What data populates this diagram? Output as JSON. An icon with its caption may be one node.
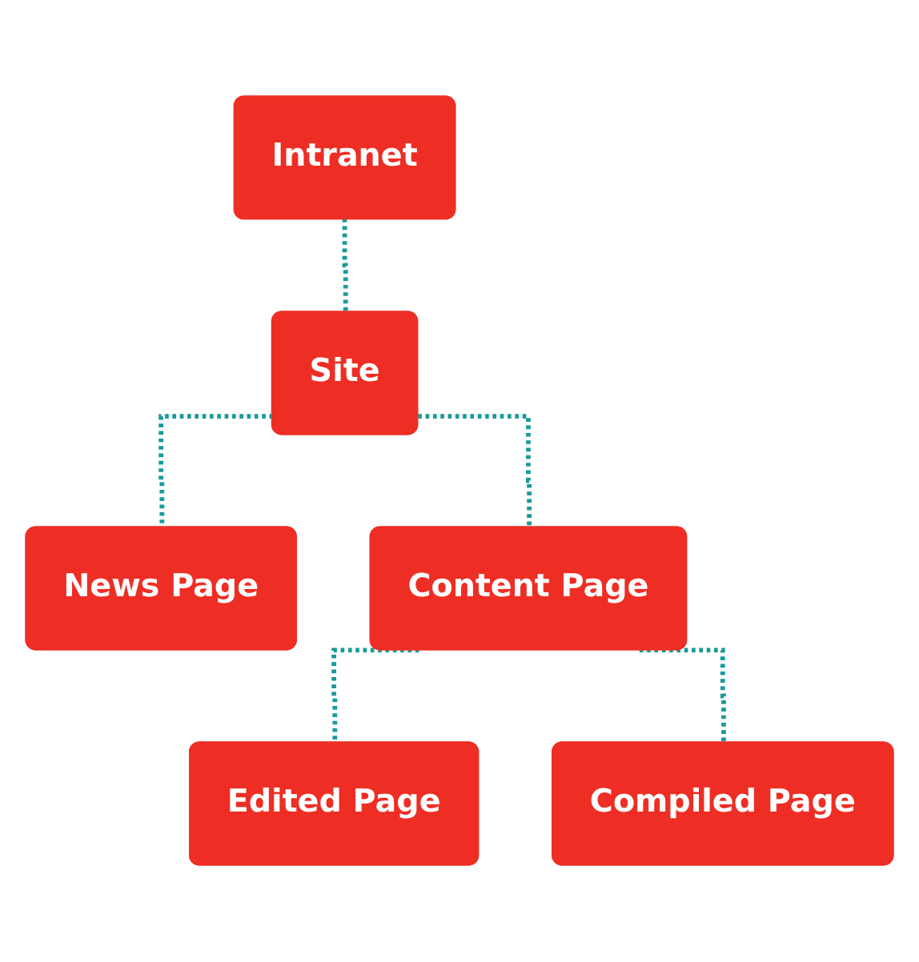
{
  "diagram": {
    "nodes": [
      {
        "text": [
          "Intranet"
        ]
      },
      {
        "text": [
          "Site"
        ]
      },
      {
        "text": [
          "News Page"
        ]
      },
      {
        "text": [
          "Content Page"
        ]
      },
      {
        "text": [
          "Edited Page"
        ]
      },
      {
        "text": [
          "Compiled Page"
        ]
      }
    ],
    "edges": [
      {
        "from": 0,
        "to": 1,
        "arrow": "none",
        "style": "dashed"
      },
      {
        "from": 1,
        "to": 2,
        "arrow": "none",
        "style": "dashed"
      },
      {
        "from": 1,
        "to": 3,
        "arrow": "none",
        "style": "dashed"
      },
      {
        "from": 3,
        "to": 4,
        "arrow": "none",
        "style": "dashed"
      },
      {
        "from": 3,
        "to": 5,
        "arrow": "none",
        "style": "dashed"
      }
    ]
  }
}
